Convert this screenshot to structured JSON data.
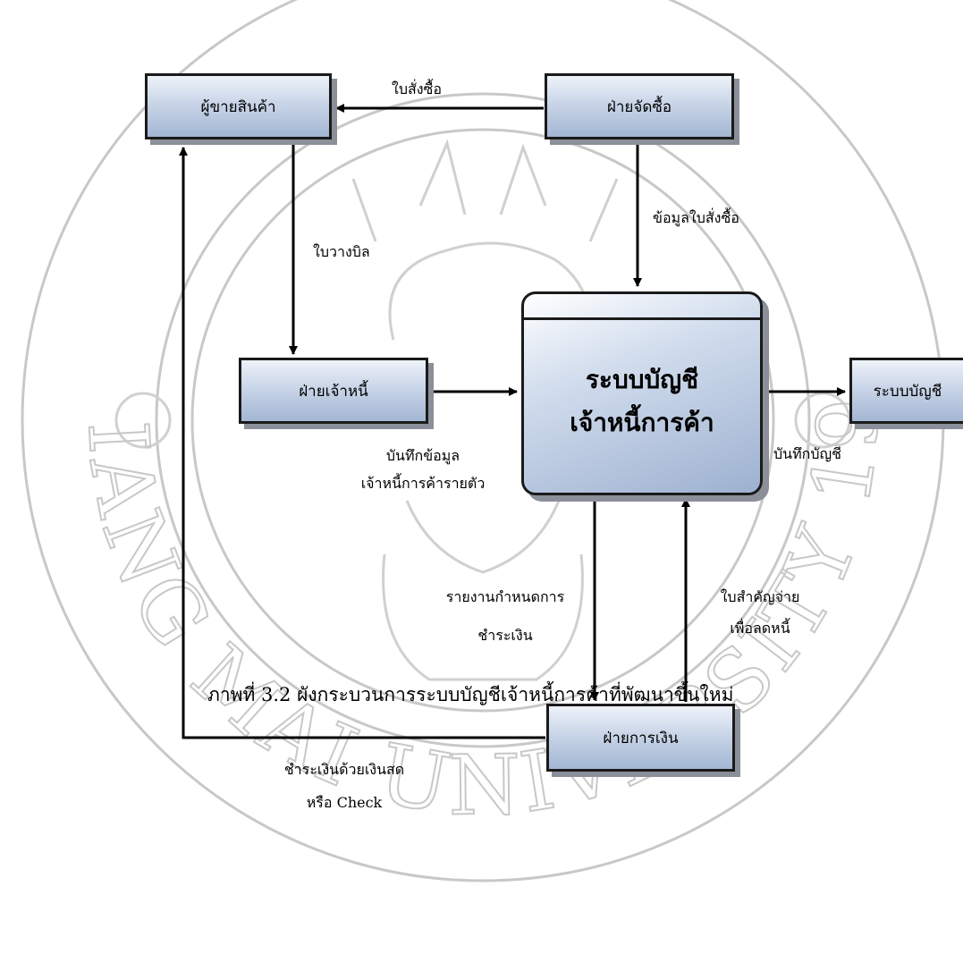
{
  "entities": {
    "supplier": "ผู้ขายสินค้า",
    "purchasing": "ฝ่ายจัดซื้อ",
    "creditor": "ฝ่ายเจ้าหนี้",
    "accounting": "ระบบบัญชี",
    "finance": "ฝ่ายการเงิน"
  },
  "process": {
    "line1": "ระบบบัญชี",
    "line2": "เจ้าหนี้การค้า"
  },
  "flows": {
    "purchase_order": "ใบสั่งซื้อ",
    "po_data": "ข้อมูลใบสั่งซื้อ",
    "invoice": "ใบวางบิล",
    "creditor_record_1": "บันทึกข้อมูล",
    "creditor_record_2": "เจ้าหนี้การค้ารายตัว",
    "account_record": "บันทึกบัญชี",
    "payment_report_1": "รายงานกำหนดการ",
    "payment_report_2": "ชำระเงิน",
    "payment_voucher_1": "ใบสำคัญจ่าย",
    "payment_voucher_2": "เพื่อลดหนี้",
    "cash_payment_1": "ชำระเงินด้วยเงินสด",
    "cash_payment_2": "หรือ Check"
  },
  "caption": "ภาพที่ 3.2 ผังกระบวนการระบบบัญชีเจ้าหนี้การค้าที่พัฒนาขึ้นใหม่",
  "watermark": {
    "text": "CHIANG MAI UNIVERSITY 1964"
  }
}
